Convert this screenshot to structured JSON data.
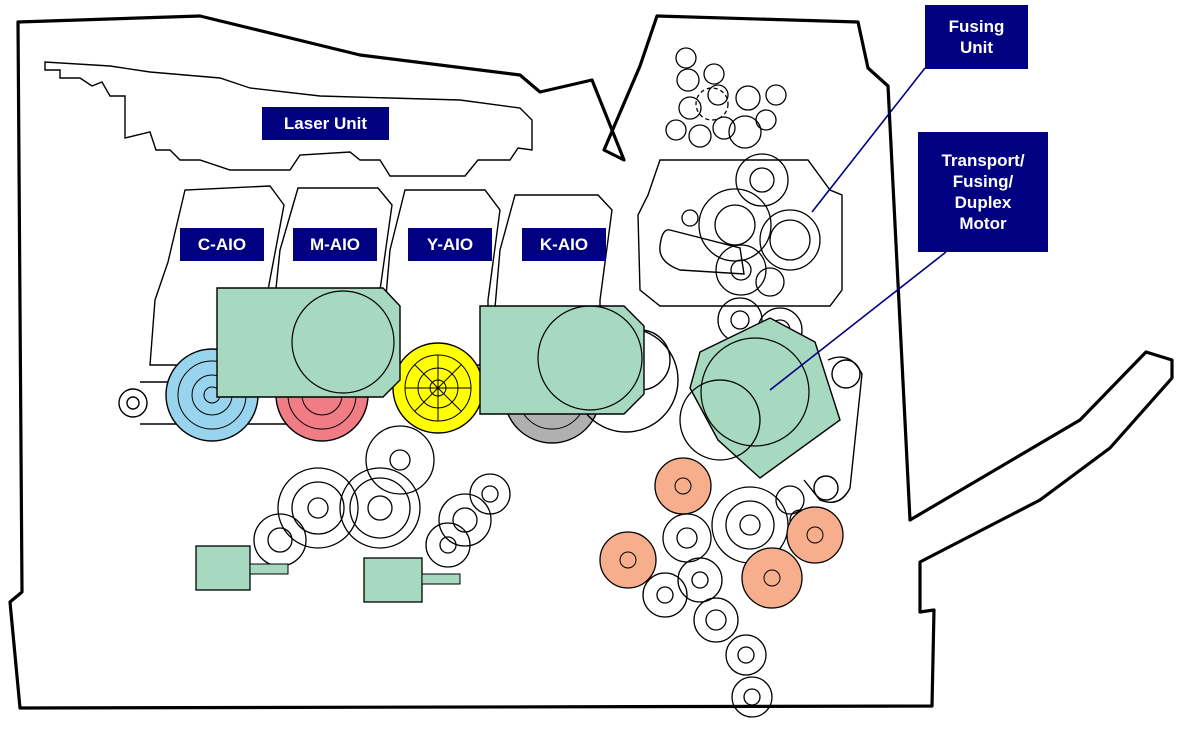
{
  "colors": {
    "label_bg": "#000080",
    "label_text": "#ffffff",
    "cyan_drum": "#99d4ee",
    "magenta_drum": "#f07c86",
    "yellow_drum": "#ffff00",
    "black_drum": "#b0b0b0",
    "motor": "#a6d9bf",
    "roller_orange": "#f6ae8c",
    "pointer_line": "#000080"
  },
  "labels": {
    "laser_unit": "Laser Unit",
    "c_aio": "C-AIO",
    "m_aio": "M-AIO",
    "y_aio": "Y-AIO",
    "k_aio": "K-AIO",
    "fusing_unit_line1": "Fusing",
    "fusing_unit_line2": "Unit",
    "motor_line1": "Transport/",
    "motor_line2": "Fusing/",
    "motor_line3": "Duplex",
    "motor_line4": "Motor"
  }
}
